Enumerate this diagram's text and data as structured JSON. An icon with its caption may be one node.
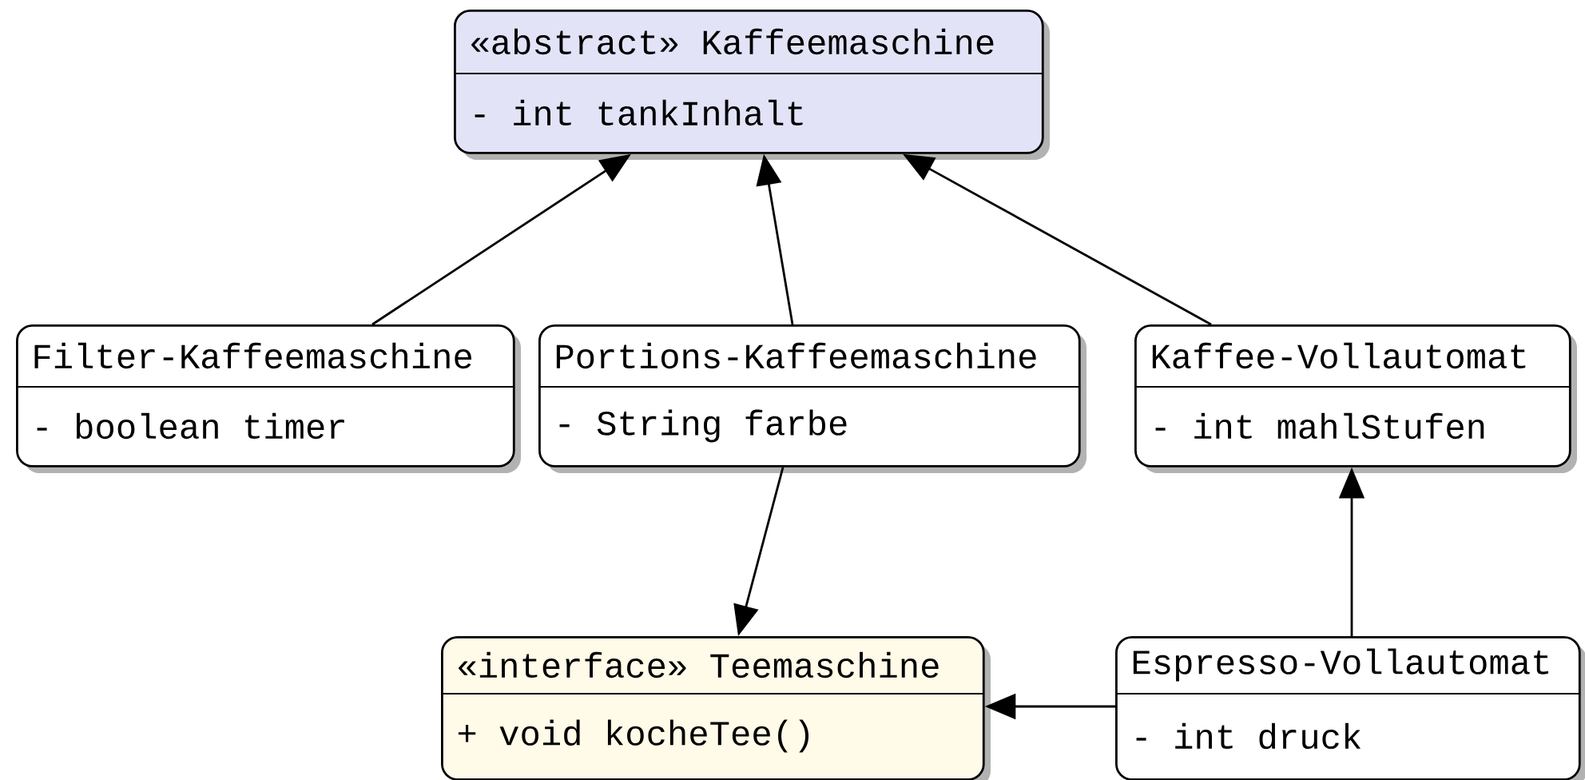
{
  "diagram": {
    "nodes": [
      {
        "text": [
          "«abstract» Kaffeemaschine",
          "- int tankInhalt"
        ]
      },
      {
        "text": [
          "Filter-Kaffeemaschine",
          "- boolean timer"
        ]
      },
      {
        "text": [
          "Portions-Kaffeemaschine",
          "- String farbe"
        ]
      },
      {
        "text": [
          "Kaffee-Vollautomat",
          "- int mahlStufen"
        ]
      },
      {
        "text": [
          "«interface» Teemaschine",
          "+ void kocheTee()"
        ]
      },
      {
        "text": [
          "Espresso-Vollautomat",
          "- int druck"
        ]
      }
    ],
    "edges": [
      {
        "from": 1,
        "to": 0,
        "arrow": "to"
      },
      {
        "from": 2,
        "to": 0,
        "arrow": "to"
      },
      {
        "from": 3,
        "to": 0,
        "arrow": "to"
      },
      {
        "from": 2,
        "to": 4,
        "arrow": "to"
      },
      {
        "from": 5,
        "to": 3,
        "arrow": "to"
      },
      {
        "from": 5,
        "to": 4,
        "arrow": "to"
      }
    ]
  }
}
